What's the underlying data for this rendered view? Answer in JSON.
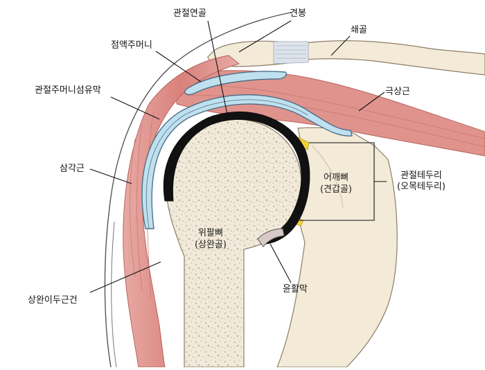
{
  "labels": {
    "articular_cartilage": "관절연골",
    "acromion": "견봉",
    "clavicle": "쇄골",
    "bursa": "점액주머니",
    "synovial_fibrous_membrane": "관절주머니섬유막",
    "supraspinatus": "극상근",
    "deltoid": "삼각근",
    "glenoid_labrum_line1": "관절테두리",
    "glenoid_labrum_line2": "(오목테두리)",
    "scapula_line1": "어깨뼈",
    "scapula_line2": "(견갑골)",
    "humerus_line1": "위팔뼈",
    "humerus_line2": "(상완골)",
    "biceps_tendon": "상완이두근건",
    "synovial_membrane": "윤활막"
  }
}
